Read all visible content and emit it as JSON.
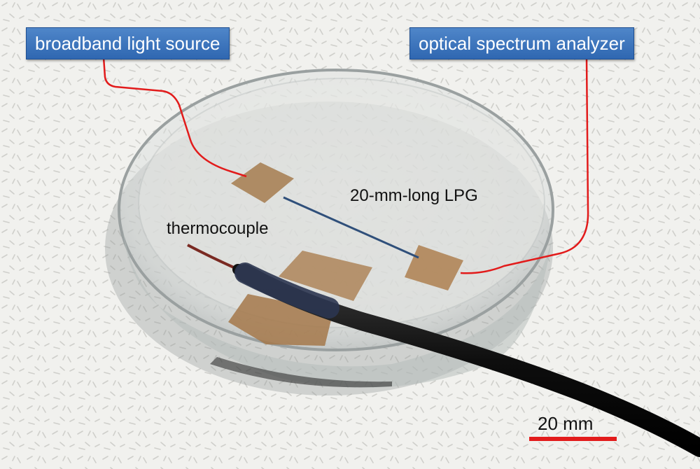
{
  "labels": {
    "light_source": "broadband light source",
    "spectrum_analyzer": "optical spectrum analyzer",
    "grating": "20-mm-long LPG",
    "thermocouple": "thermocouple"
  },
  "scale_bar": {
    "text": "20 mm"
  },
  "colors": {
    "label_fill": "#3a74bd",
    "fiber_line": "#e21b1b",
    "tape": "#b08a60",
    "cable": "#111111",
    "background": "#f3f3f1"
  }
}
